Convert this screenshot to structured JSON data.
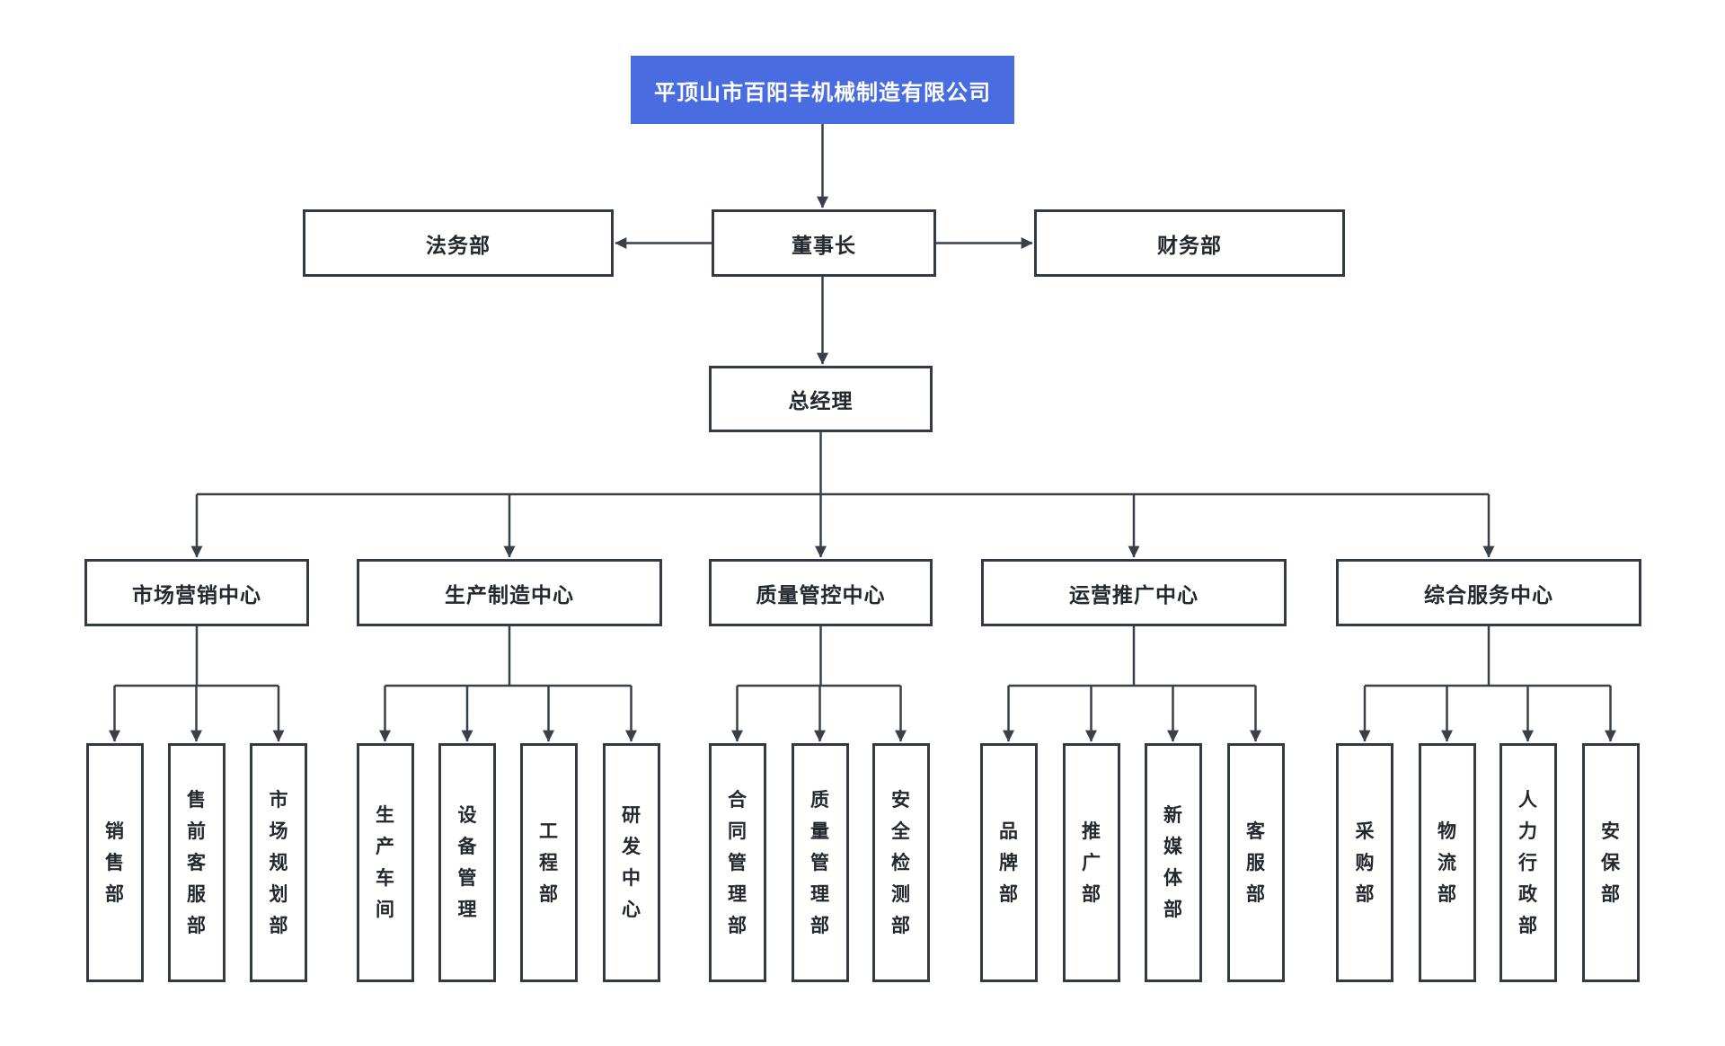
{
  "org_chart": {
    "root": {
      "label": "平顶山市百阳丰机械制造有限公司"
    },
    "chairman": {
      "label": "董事长"
    },
    "staff_left": {
      "label": "法务部"
    },
    "staff_right": {
      "label": "财务部"
    },
    "general_manager": {
      "label": "总经理"
    },
    "centers": [
      {
        "label": "市场营销中心",
        "children": [
          "销售部",
          "售前客服部",
          "市场规划部"
        ]
      },
      {
        "label": "生产制造中心",
        "children": [
          "生产车间",
          "设备管理",
          "工程部",
          "研发中心"
        ]
      },
      {
        "label": "质量管控中心",
        "children": [
          "合同管理部",
          "质量管理部",
          "安全检测部"
        ]
      },
      {
        "label": "运营推广中心",
        "children": [
          "品牌部",
          "推广部",
          "新媒体部",
          "客服部"
        ]
      },
      {
        "label": "综合服务中心",
        "children": [
          "采购部",
          "物流部",
          "人力行政部",
          "安保部"
        ]
      }
    ],
    "colors": {
      "root_bg": "#4a6ce1",
      "root_text": "#ffffff",
      "box_border": "#333a45",
      "box_text": "#23272e",
      "line": "#3a4049"
    }
  }
}
